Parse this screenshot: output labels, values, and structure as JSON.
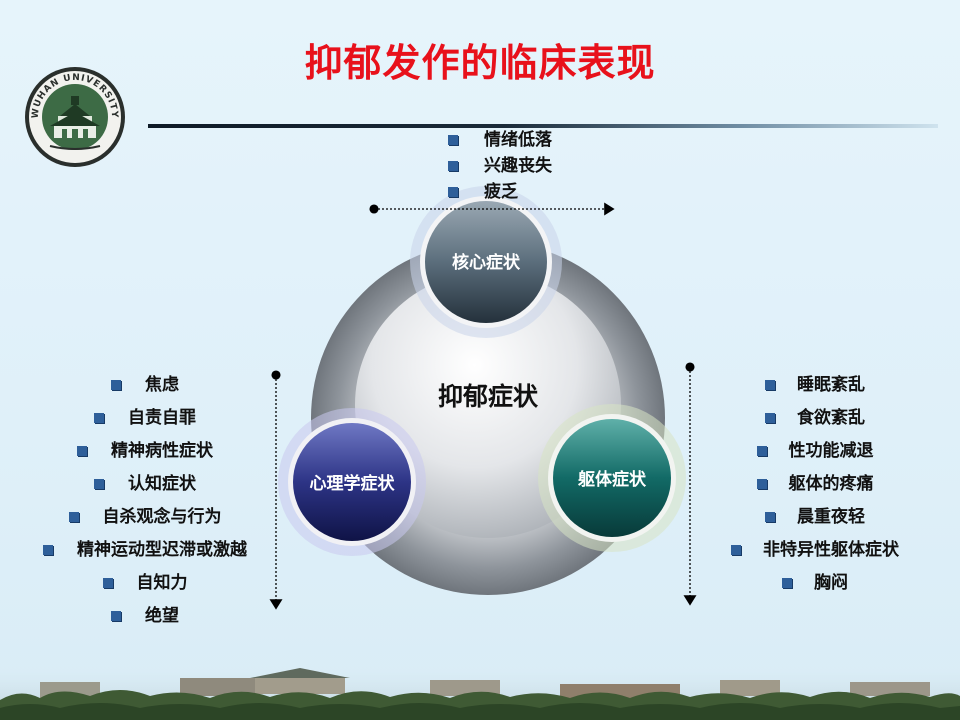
{
  "title": "抑郁发作的临床表现",
  "logo": {
    "text": "WUHAN UNIVERSITY",
    "colors": {
      "ring": "#2a2f2c",
      "inner": "#3d6b45"
    }
  },
  "center_label": "抑郁症状",
  "circles": {
    "core": "核心症状",
    "psych": "心理学症状",
    "somatic": "躯体症状"
  },
  "core_symptoms": [
    "情绪低落",
    "兴趣丧失",
    "疲乏"
  ],
  "psych_symptoms": [
    "焦虑",
    "自责自罪",
    "精神病性症状",
    "认知症状",
    "自杀观念与行为",
    "精神运动型迟滞或激越",
    "自知力",
    "绝望"
  ],
  "somatic_symptoms": [
    "睡眠紊乱",
    "食欲紊乱",
    "性功能减退",
    "躯体的疼痛",
    "晨重夜轻",
    "非特异性躯体症状",
    "胸闷"
  ],
  "colors": {
    "title": "#e8111b",
    "bullet": "#2e5f9a",
    "core_circle": "#3d5668",
    "psych_circle": "#232a70",
    "somatic_circle": "#0c5a58"
  },
  "icons": {
    "bullet": "square-bullet-icon",
    "logo": "university-emblem-icon"
  }
}
